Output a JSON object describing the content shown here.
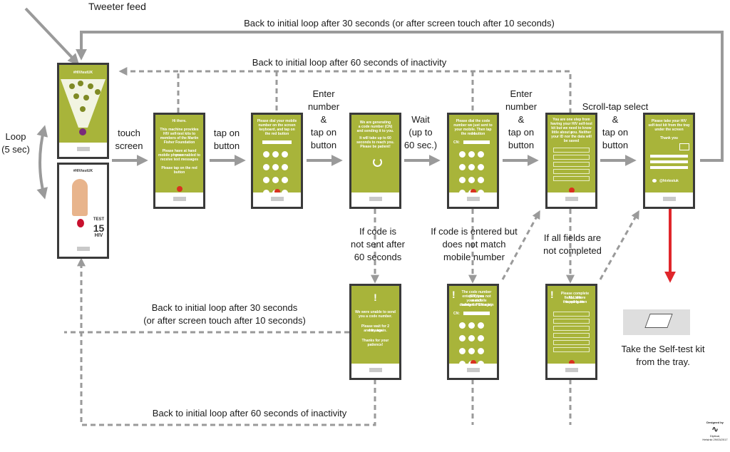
{
  "labels": {
    "tweeter_feed": "Tweeter feed",
    "back_top_30": "Back to initial loop after 30 seconds (or after screen touch after 10 seconds)",
    "back_top_60": "Back to initial loop after 60 seconds of inactivity",
    "loop": [
      "Loop",
      "(5 sec)"
    ],
    "touch_screen": [
      "touch",
      "screen"
    ],
    "tap_button_1": [
      "tap on",
      "button"
    ],
    "enter_number_1": [
      "Enter",
      "number",
      "&",
      "tap on",
      "button"
    ],
    "wait": [
      "Wait",
      "(up to",
      "60 sec.)"
    ],
    "enter_number_2": [
      "Enter",
      "number",
      "&",
      "tap on",
      "button"
    ],
    "scroll_tap": [
      "Scroll-tap select",
      "&",
      "tap on",
      "button"
    ],
    "code_not_sent": [
      "If code is",
      "not sent after",
      "60 seconds"
    ],
    "code_mismatch": [
      "If code is entered but",
      "does not match",
      "mobile number"
    ],
    "fields_incomplete": [
      "If all fields are",
      "not completed"
    ],
    "back_bottom_30": [
      "Back to initial loop after 30 seconds",
      "(or after screen touch after 10 seconds)"
    ],
    "back_bottom_60": "Back to initial loop after 60 seconds of inactivity",
    "take_kit": [
      "Take the Self-test kit",
      "from the tray."
    ]
  },
  "screens": {
    "loop_a_title": "#HIVtestUK",
    "loop_b_title": "#HIVtestUK",
    "loop_b_big": [
      "TEST",
      "15",
      "HIV"
    ],
    "s1_text": [
      "Hi there.",
      "This machine provides",
      "HIV self-test kits to",
      "members of the Martin",
      "Fisher Foundation",
      "Please have at hand your",
      "mobile phone enabled to",
      "receive text messages",
      "Please tap on the red",
      "button"
    ],
    "s2_text": [
      "Please dial your mobile",
      "number on the screen",
      "keyboard, and tap on",
      "the red button"
    ],
    "s3_text": [
      "We are generating",
      "a code number (CN)",
      "and sending it to you.",
      "It will take up to 60",
      "seconds to reach you.",
      "Please be patient!"
    ],
    "s4_text": [
      "Please dial the code",
      "number we just sent to",
      "your mobile. Then tap on",
      "the red button"
    ],
    "s4_cn": "CN:",
    "s5_text": [
      "You are one step from",
      "having your HIV self-test",
      "kit but we need to know a",
      "little about you. Neither",
      "your ID nor the data will",
      "be saved"
    ],
    "s6_text": [
      "Please take your HIV",
      "self-test kit from the tray",
      "under the screen",
      "Thank you"
    ],
    "s6_social": "@hivtestuk",
    "e1_text": [
      "We were unable to send",
      "you a code number.",
      "Please wait for 2 minutes",
      "and try again.",
      "Thanks for your patience!"
    ],
    "e2_text": [
      "The code number (CN) you",
      "entered does not match",
      "your mobile number. Please try",
      "dialing the CN again"
    ],
    "e2_cn": "CN:",
    "e3_text": [
      "Please complete ALL the",
      "fields before tapping on",
      "the red button"
    ]
  },
  "credit": [
    "Designed by",
    "Diptical,",
    "Helsinki 29/03/2017"
  ],
  "colors": {
    "screen_green": "#a8b43a",
    "solid_arrow": "#9a9a9a",
    "dashed_arrow": "#9a9a9a",
    "red_arrow": "#e0262b",
    "screen_button": "#d9321f"
  }
}
